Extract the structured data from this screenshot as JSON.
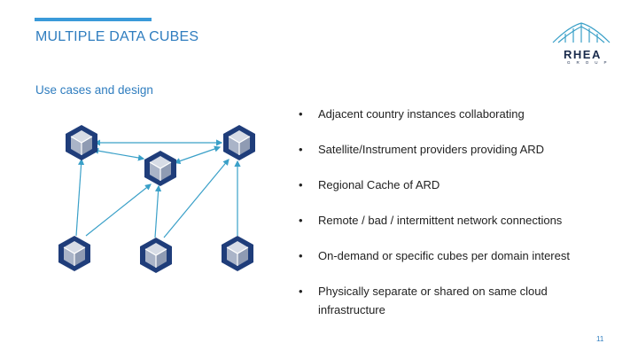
{
  "slide": {
    "title": "MULTIPLE DATA CUBES",
    "subtitle": "Use cases and design",
    "page_number": "11"
  },
  "logo": {
    "word": "RHEA",
    "group": "GROUP"
  },
  "bullets": [
    "Adjacent country instances collaborating",
    "Satellite/Instrument providers providing ARD",
    "Regional Cache of ARD",
    "Remote / bad / intermittent network connections",
    "On-demand or specific cubes per domain interest",
    "Physically separate or shared on same cloud infrastructure"
  ],
  "bullet_glyph": "•",
  "colors": {
    "accent": "#3a9ad9",
    "title": "#2f7dbf",
    "cube_dark": "#1f3d7a",
    "cube_light": "#aab4c8",
    "arrow": "#3aa0c8"
  },
  "icons": {
    "cube": "cube-icon",
    "logo": "rhea-bridge-logo"
  }
}
